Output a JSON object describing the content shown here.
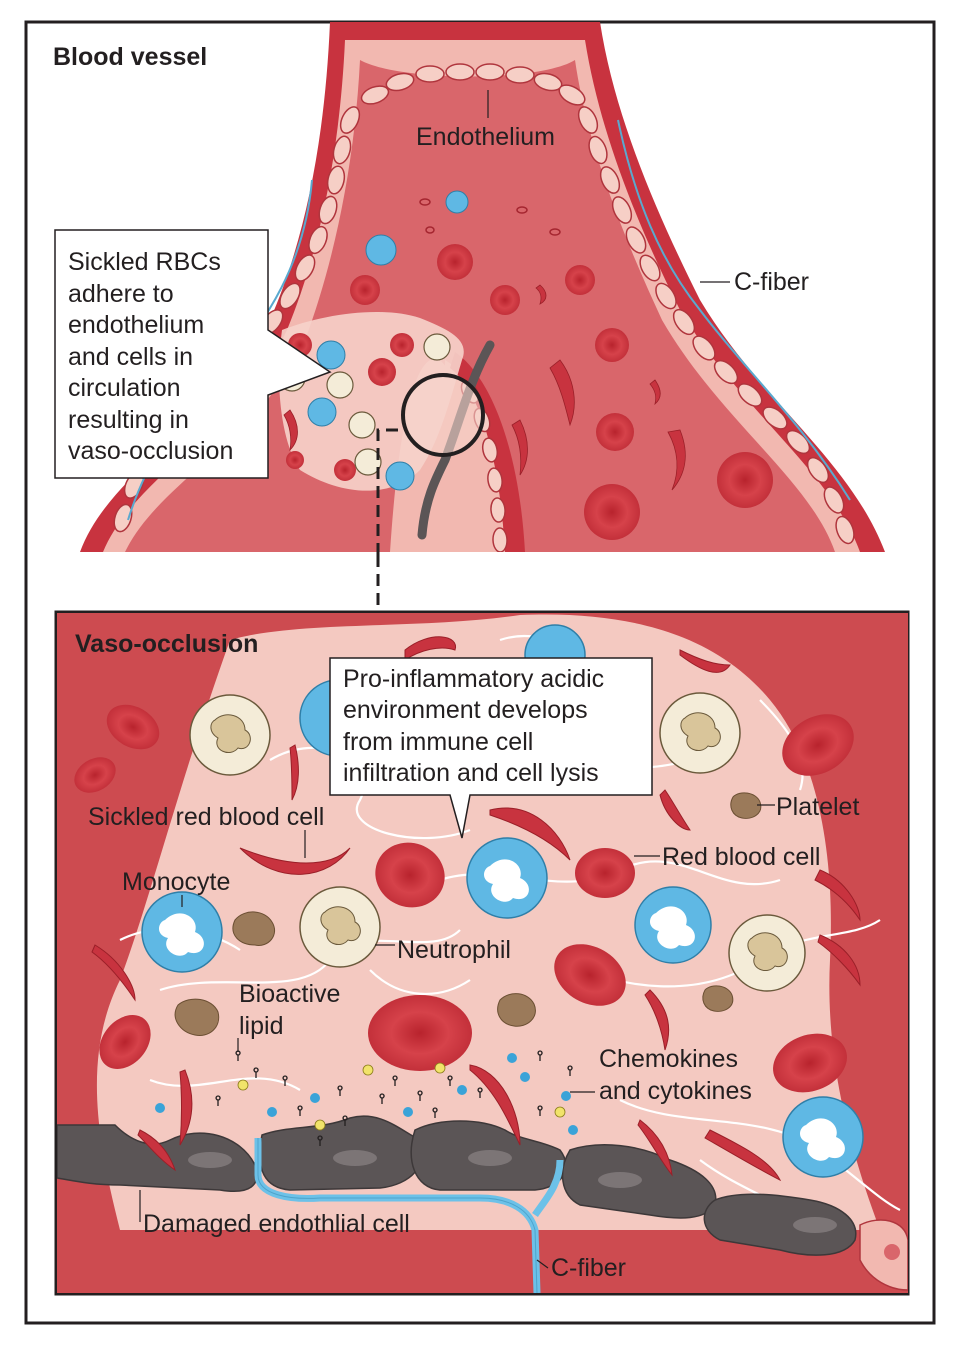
{
  "panels": {
    "top_title": "Blood vessel",
    "bottom_title": "Vaso-occlusion"
  },
  "labels": {
    "endothelium": "Endothelium",
    "c_fiber_top": "C-fiber",
    "sickled_rbc": "Sickled red blood cell",
    "platelet": "Platelet",
    "red_blood_cell": "Red blood cell",
    "monocyte": "Monocyte",
    "neutrophil": "Neutrophil",
    "bioactive_lipid_1": "Bioactive",
    "bioactive_lipid_2": "lipid",
    "chemokines_1": "Chemokines",
    "chemokines_2": "and cytokines",
    "damaged_endothelial": "Damaged endothlial cell",
    "c_fiber_bottom": "C-fiber"
  },
  "callouts": {
    "top_lines": [
      "Sickled RBCs",
      "adhere to",
      "endothelium",
      "and cells in",
      "circulation",
      "resulting in",
      "vaso-occlusion"
    ],
    "bottom_lines": [
      "Pro-inflammatory acidic",
      "environment develops",
      "from immune cell",
      "infiltration and cell lysis"
    ]
  },
  "colors": {
    "vessel_red": "#c8333f",
    "lumen": "#d9666b",
    "rbc": "#d23b44",
    "wall_pink": "#f2b8b0",
    "clot_pink": "#f6d3cb",
    "monocyte_blue": "#5fb8e4",
    "endothelial_gray": "#5b5556",
    "c_fiber": "#6cc1e8"
  }
}
